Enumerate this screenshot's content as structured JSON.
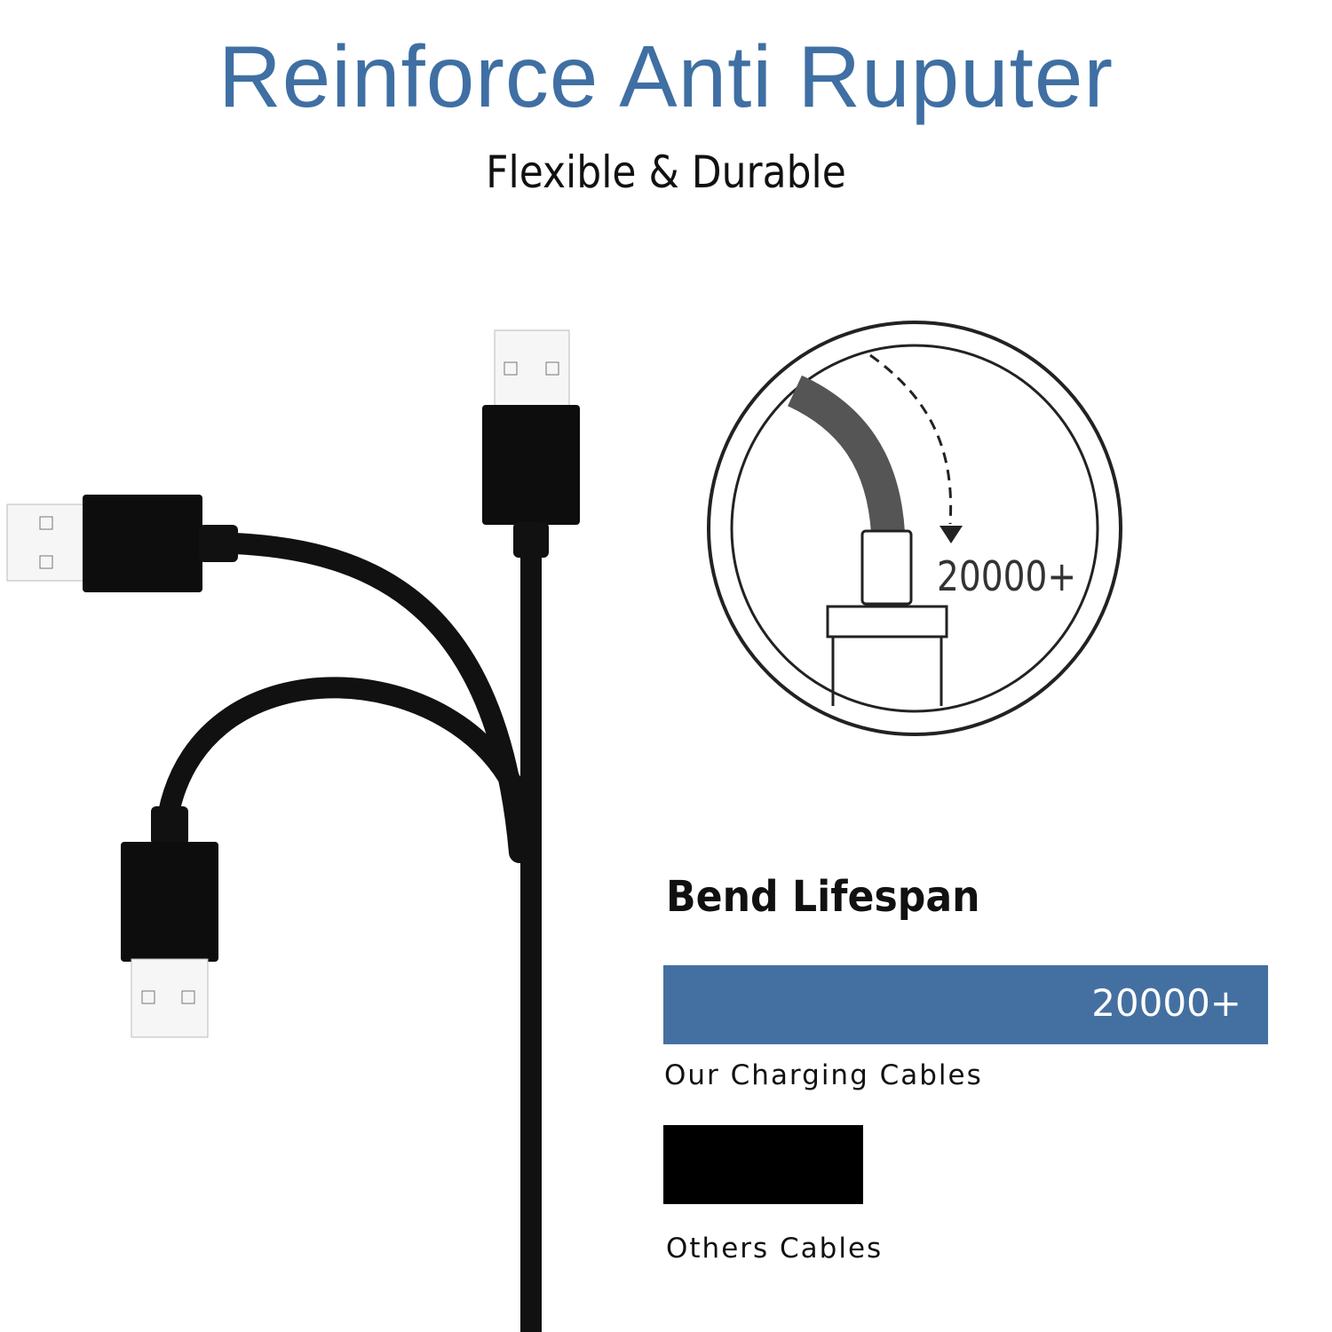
{
  "title": "Reinforce Anti Ruputer",
  "subtitle": "Flexible & Durable",
  "circle_label": "20000+",
  "bend_lifespan": {
    "heading": "Bend Lifespan",
    "bars": [
      {
        "label": "Our Charging Cables",
        "value_text": "20000+",
        "fraction": 1.0,
        "color": "#4470a1"
      },
      {
        "label": "Others Cables",
        "fraction": 0.33,
        "color": "#000000"
      }
    ]
  }
}
